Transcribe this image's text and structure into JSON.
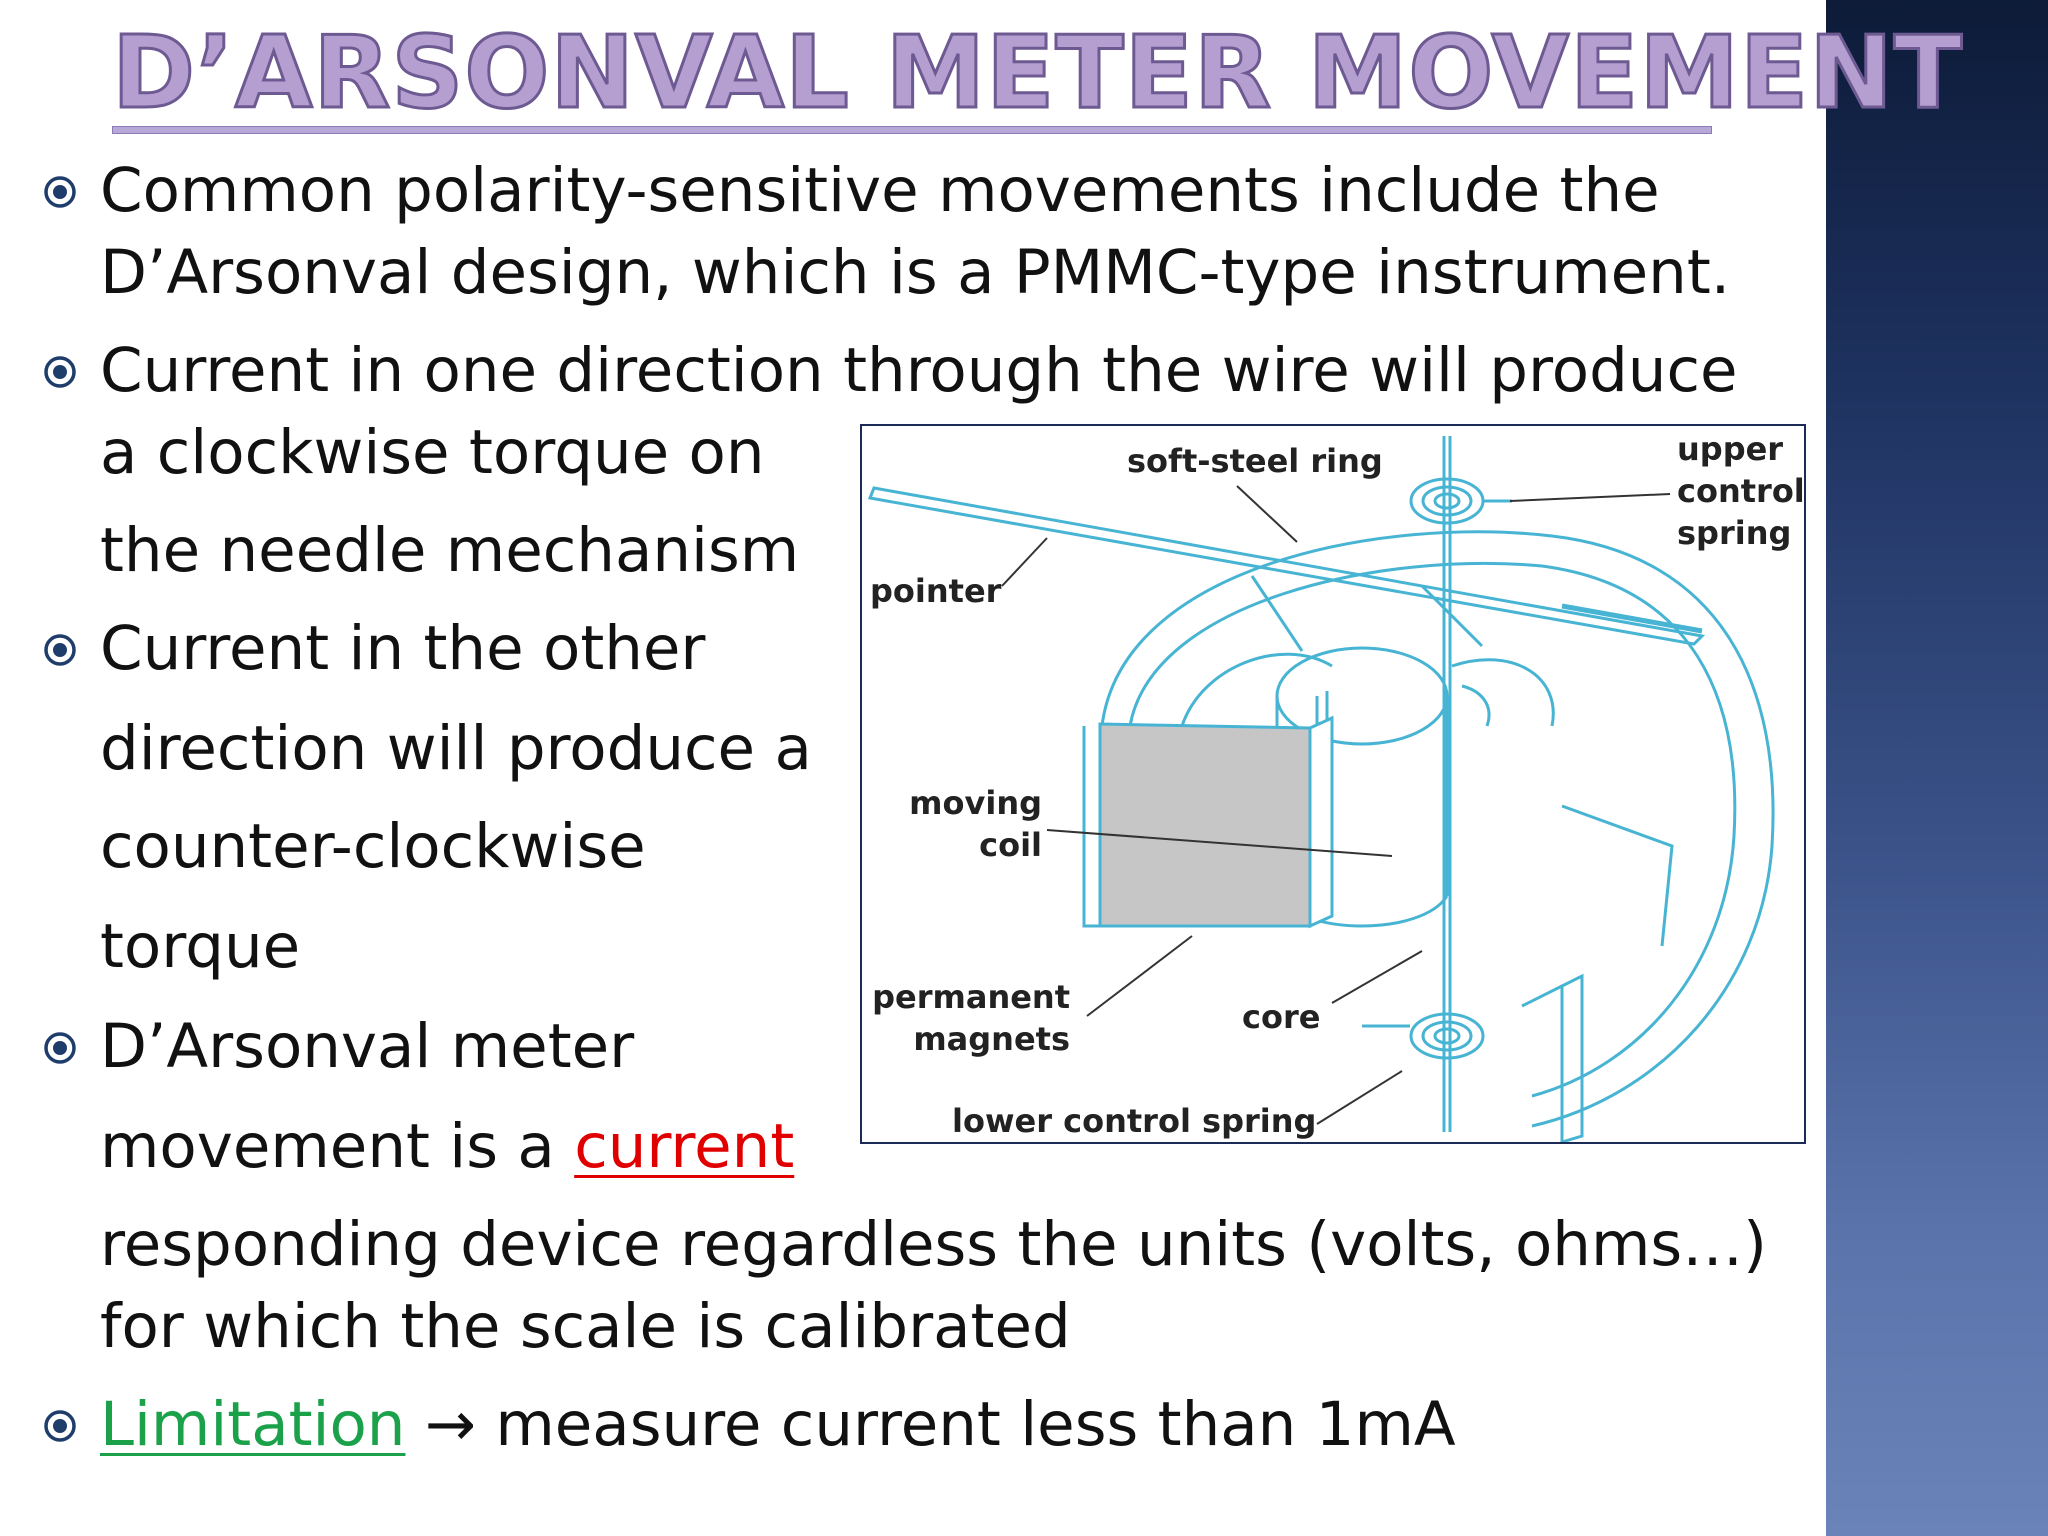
{
  "title": "D’ARSONVAL METER MOVEMENT",
  "bullets": {
    "b1": {
      "line1": "Common polarity-sensitive movements include the",
      "line2": "D’Arsonval design, which is a PMMC-type instrument."
    },
    "b2": {
      "line1": "Current in one direction through the wire will produce",
      "line2": "a clockwise torque on",
      "line3": "the needle mechanism"
    },
    "b3": {
      "line1": "Current in the other",
      "line2": "direction will produce a",
      "line3": "counter-clockwise",
      "line4": "torque"
    },
    "b4": {
      "line1": "D’Arsonval meter",
      "line2_pre": "movement is a ",
      "line2_highlight": "current",
      "line3": "responding device regardless the units (volts, ohms…)",
      "line4": "for which the scale is calibrated"
    },
    "b5": {
      "highlight": "Limitation",
      "arrow": "→",
      "rest": " measure current less than 1mA"
    }
  },
  "figure": {
    "labels": {
      "soft_steel_ring": "soft-steel ring",
      "upper_1": "upper",
      "upper_2": "control",
      "upper_3": "spring",
      "pointer": "pointer",
      "moving_1": "moving",
      "moving_2": "coil",
      "permanent_1": "permanent",
      "permanent_2": "magnets",
      "core": "core",
      "lower_spring": "lower control spring"
    }
  },
  "colors": {
    "title_fill": "#b59fd0",
    "title_outline": "#6e5a92",
    "highlight_red": "#e00000",
    "highlight_green": "#1aa14a",
    "diagram_line": "#48b4d4",
    "coil_fill": "#c6c6c6",
    "bullet_color": "#1f3d6b"
  },
  "icons": {
    "bullet": "circled-dot-bullet-icon"
  }
}
